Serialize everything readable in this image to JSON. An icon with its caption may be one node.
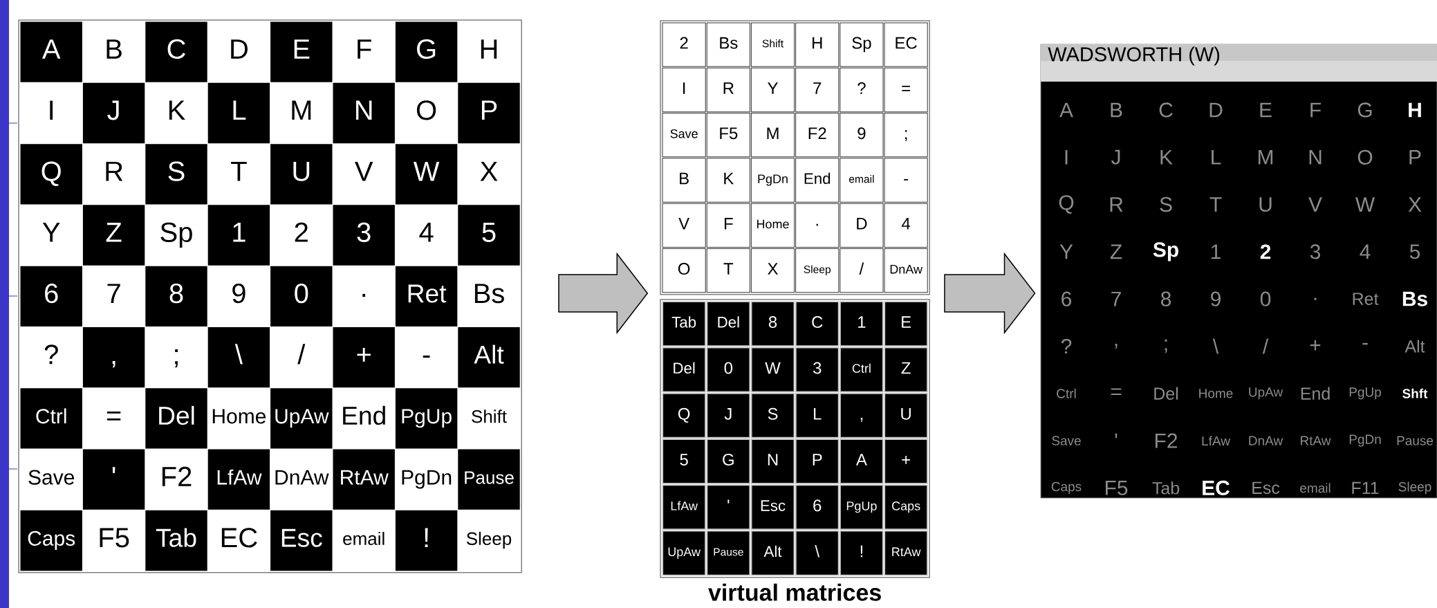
{
  "diagram": {
    "nodes": [
      {
        "text": [],
        "shape": "box"
      },
      {
        "text": [
          "A"
        ],
        "in": 0
      },
      {
        "text": [
          "B"
        ],
        "in": 0
      },
      {
        "text": [
          "C"
        ],
        "in": 0
      },
      {
        "text": [
          "D"
        ],
        "in": 0
      },
      {
        "text": [
          "E"
        ],
        "in": 0
      },
      {
        "text": [
          "F"
        ],
        "in": 0
      },
      {
        "text": [
          "G"
        ],
        "in": 0
      },
      {
        "text": [
          "H"
        ],
        "in": 0
      },
      {
        "text": [
          "I"
        ],
        "in": 0
      },
      {
        "text": [
          "J"
        ],
        "in": 0
      },
      {
        "text": [
          "K"
        ],
        "in": 0
      },
      {
        "text": [
          "L"
        ],
        "in": 0
      },
      {
        "text": [
          "M"
        ],
        "in": 0
      },
      {
        "text": [
          "N"
        ],
        "in": 0
      },
      {
        "text": [
          "O"
        ],
        "in": 0
      },
      {
        "text": [
          "P"
        ],
        "in": 0
      },
      {
        "text": [
          "Q"
        ],
        "in": 0
      },
      {
        "text": [
          "R"
        ],
        "in": 0
      },
      {
        "text": [
          "S"
        ],
        "in": 0
      },
      {
        "text": [
          "T"
        ],
        "in": 0
      },
      {
        "text": [
          "U"
        ],
        "in": 0
      },
      {
        "text": [
          "V"
        ],
        "in": 0
      },
      {
        "text": [
          "W"
        ],
        "in": 0
      },
      {
        "text": [
          "X"
        ],
        "in": 0
      },
      {
        "text": [
          "Y"
        ],
        "in": 0
      },
      {
        "text": [
          "Z"
        ],
        "in": 0
      },
      {
        "text": [
          "Sp"
        ],
        "in": 0
      },
      {
        "text": [
          "1"
        ],
        "in": 0
      },
      {
        "text": [
          "2"
        ],
        "in": 0
      },
      {
        "text": [
          "3"
        ],
        "in": 0
      },
      {
        "text": [
          "4"
        ],
        "in": 0
      },
      {
        "text": [
          "5"
        ],
        "in": 0
      },
      {
        "text": [
          "6"
        ],
        "in": 0
      },
      {
        "text": [
          "7"
        ],
        "in": 0
      },
      {
        "text": [
          "8"
        ],
        "in": 0
      },
      {
        "text": [
          "9"
        ],
        "in": 0
      },
      {
        "text": [
          "0"
        ],
        "in": 0
      },
      {
        "text": [
          "·"
        ],
        "in": 0
      },
      {
        "text": [
          "Ret"
        ],
        "in": 0
      },
      {
        "text": [
          "Bs"
        ],
        "in": 0
      },
      {
        "text": [
          "?"
        ],
        "in": 0
      },
      {
        "text": [
          ","
        ],
        "in": 0
      },
      {
        "text": [
          ";"
        ],
        "in": 0
      },
      {
        "text": [
          "\\"
        ],
        "in": 0
      },
      {
        "text": [
          "/"
        ],
        "in": 0
      },
      {
        "text": [
          "+"
        ],
        "in": 0
      },
      {
        "text": [
          "-"
        ],
        "in": 0
      },
      {
        "text": [
          "Alt"
        ],
        "in": 0
      },
      {
        "text": [
          "Ctrl"
        ],
        "in": 0
      },
      {
        "text": [
          "="
        ],
        "in": 0
      },
      {
        "text": [
          "Del"
        ],
        "in": 0
      },
      {
        "text": [
          "Home"
        ],
        "in": 0
      },
      {
        "text": [
          "UpAw"
        ],
        "in": 0
      },
      {
        "text": [
          "End"
        ],
        "in": 0
      },
      {
        "text": [
          "PgUp"
        ],
        "in": 0
      },
      {
        "text": [
          "Shift"
        ],
        "in": 0
      },
      {
        "text": [
          "Save"
        ],
        "in": 0
      },
      {
        "text": [
          "'"
        ],
        "in": 0
      },
      {
        "text": [
          "F2"
        ],
        "in": 0
      },
      {
        "text": [
          "LfAw"
        ],
        "in": 0
      },
      {
        "text": [
          "DnAw"
        ],
        "in": 0
      },
      {
        "text": [
          "RtAw"
        ],
        "in": 0
      },
      {
        "text": [
          "PgDn"
        ],
        "in": 0
      },
      {
        "text": [
          "Pause"
        ],
        "in": 0
      },
      {
        "text": [
          "Caps"
        ],
        "in": 0
      },
      {
        "text": [
          "F5"
        ],
        "in": 0
      },
      {
        "text": [
          "Tab"
        ],
        "in": 0
      },
      {
        "text": [
          "EC"
        ],
        "in": 0
      },
      {
        "text": [
          "Esc"
        ],
        "in": 0
      },
      {
        "text": [
          "email"
        ],
        "in": 0
      },
      {
        "text": [
          "!"
        ],
        "in": 0
      },
      {
        "text": [
          "Sleep"
        ],
        "in": 0
      },
      {
        "text": [],
        "shape": "box"
      },
      {
        "text": [
          "2"
        ],
        "in": 73
      },
      {
        "text": [
          "Bs"
        ],
        "in": 73
      },
      {
        "text": [
          "Shift"
        ],
        "in": 73
      },
      {
        "text": [
          "H"
        ],
        "in": 73
      },
      {
        "text": [
          "Sp"
        ],
        "in": 73
      },
      {
        "text": [
          "EC"
        ],
        "in": 73
      },
      {
        "text": [
          "I"
        ],
        "in": 73
      },
      {
        "text": [
          "R"
        ],
        "in": 73
      },
      {
        "text": [
          "Y"
        ],
        "in": 73
      },
      {
        "text": [
          "7"
        ],
        "in": 73
      },
      {
        "text": [
          "?"
        ],
        "in": 73
      },
      {
        "text": [
          "="
        ],
        "in": 73
      },
      {
        "text": [
          "Save"
        ],
        "in": 73
      },
      {
        "text": [
          "F5"
        ],
        "in": 73
      },
      {
        "text": [
          "M"
        ],
        "in": 73
      },
      {
        "text": [
          "F2"
        ],
        "in": 73
      },
      {
        "text": [
          "9"
        ],
        "in": 73
      },
      {
        "text": [
          ";"
        ],
        "in": 73
      },
      {
        "text": [
          "B"
        ],
        "in": 73
      },
      {
        "text": [
          "K"
        ],
        "in": 73
      },
      {
        "text": [
          "PgDn"
        ],
        "in": 73
      },
      {
        "text": [
          "End"
        ],
        "in": 73
      },
      {
        "text": [
          "email"
        ],
        "in": 73
      },
      {
        "text": [
          "-"
        ],
        "in": 73
      },
      {
        "text": [
          "V"
        ],
        "in": 73
      },
      {
        "text": [
          "F"
        ],
        "in": 73
      },
      {
        "text": [
          "Home"
        ],
        "in": 73
      },
      {
        "text": [
          "·"
        ],
        "in": 73
      },
      {
        "text": [
          "D"
        ],
        "in": 73
      },
      {
        "text": [
          "4"
        ],
        "in": 73
      },
      {
        "text": [
          "O"
        ],
        "in": 73
      },
      {
        "text": [
          "T"
        ],
        "in": 73
      },
      {
        "text": [
          "X"
        ],
        "in": 73
      },
      {
        "text": [
          "Sleep"
        ],
        "in": 73
      },
      {
        "text": [
          "/"
        ],
        "in": 73
      },
      {
        "text": [
          "DnAw"
        ],
        "in": 73
      },
      {
        "text": [],
        "shape": "box",
        "beside": [
          "virtual matrices"
        ]
      },
      {
        "text": [
          "Tab"
        ],
        "in": 110
      },
      {
        "text": [
          "Del"
        ],
        "in": 110
      },
      {
        "text": [
          "8"
        ],
        "in": 110
      },
      {
        "text": [
          "C"
        ],
        "in": 110
      },
      {
        "text": [
          "1"
        ],
        "in": 110
      },
      {
        "text": [
          "E"
        ],
        "in": 110
      },
      {
        "text": [
          "Del"
        ],
        "in": 110
      },
      {
        "text": [
          "0"
        ],
        "in": 110
      },
      {
        "text": [
          "W"
        ],
        "in": 110
      },
      {
        "text": [
          "3"
        ],
        "in": 110
      },
      {
        "text": [
          "Ctrl"
        ],
        "in": 110
      },
      {
        "text": [
          "Z"
        ],
        "in": 110
      },
      {
        "text": [
          "Q"
        ],
        "in": 110
      },
      {
        "text": [
          "J"
        ],
        "in": 110
      },
      {
        "text": [
          "S"
        ],
        "in": 110
      },
      {
        "text": [
          "L"
        ],
        "in": 110
      },
      {
        "text": [
          ","
        ],
        "in": 110
      },
      {
        "text": [
          "U"
        ],
        "in": 110
      },
      {
        "text": [
          "5"
        ],
        "in": 110
      },
      {
        "text": [
          "G"
        ],
        "in": 110
      },
      {
        "text": [
          "N"
        ],
        "in": 110
      },
      {
        "text": [
          "P"
        ],
        "in": 110
      },
      {
        "text": [
          "A"
        ],
        "in": 110
      },
      {
        "text": [
          "+"
        ],
        "in": 110
      },
      {
        "text": [
          "LfAw"
        ],
        "in": 110
      },
      {
        "text": [
          "'"
        ],
        "in": 110
      },
      {
        "text": [
          "Esc"
        ],
        "in": 110
      },
      {
        "text": [
          "6"
        ],
        "in": 110
      },
      {
        "text": [
          "PgUp"
        ],
        "in": 110
      },
      {
        "text": [
          "Caps"
        ],
        "in": 110
      },
      {
        "text": [
          "UpAw"
        ],
        "in": 110
      },
      {
        "text": [
          "Pause"
        ],
        "in": 110
      },
      {
        "text": [
          "Alt"
        ],
        "in": 110
      },
      {
        "text": [
          "\\"
        ],
        "in": 110
      },
      {
        "text": [
          "!"
        ],
        "in": 110
      },
      {
        "text": [
          "RtAw"
        ],
        "in": 110
      },
      {
        "text": [
          "WADSWORTH (W)"
        ]
      }
    ],
    "edges": [
      {
        "from": 0,
        "to": 73,
        "arrow": "to"
      },
      {
        "from": 73,
        "to": 147,
        "arrow": "to"
      }
    ],
    "labels": [
      "A",
      "B",
      "C",
      "D",
      "E",
      "F",
      "G",
      "H",
      "I",
      "J",
      "K",
      "L",
      "M",
      "N",
      "O",
      "P",
      "Q",
      "R",
      "S",
      "T",
      "U",
      "V",
      "W",
      "X",
      "Y",
      "Z",
      "Sp",
      "1",
      "2",
      "3",
      "4",
      "5",
      "6",
      "7",
      "8",
      "9",
      "0",
      ".",
      "Ret",
      "Bs",
      "?",
      ",",
      ";",
      "\\",
      "/",
      "+",
      "-",
      "Alt",
      "Ctrl",
      "=",
      "Del",
      "Home",
      "UpAw",
      "End",
      "PgUp",
      "Shft",
      "Save",
      "'",
      "F2",
      "LfAw",
      "DnAw",
      "RtAw",
      "PgDn",
      "Pause",
      "Caps",
      "F5",
      "Tab",
      "EC",
      "Esc",
      "email",
      "F11",
      "Sleep"
    ]
  }
}
